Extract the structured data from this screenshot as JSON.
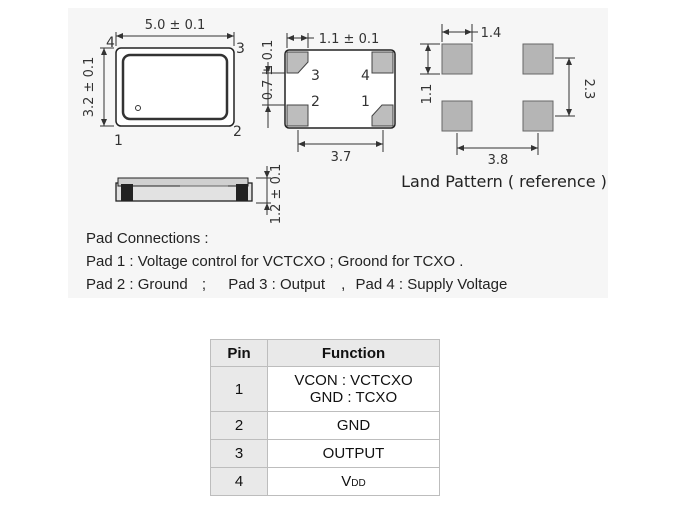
{
  "drawing": {
    "package_dims": {
      "length": "5.0 ± 0.1",
      "width": "3.2 ± 0.1",
      "height": "1.2 ± 0.1"
    },
    "package_pins": [
      "1",
      "2",
      "3",
      "4"
    ],
    "pad_view": {
      "pad_size": "1.1 ± 0.1",
      "pad_gap": "0.7 ± 0.1",
      "pad_pitch": "3.7",
      "pad_labels": [
        "1",
        "2",
        "3",
        "4"
      ]
    },
    "land_pattern": {
      "pad_width": "1.4",
      "pad_height": "1.1",
      "vertical_span": "2.3",
      "horizontal_span": "3.8",
      "caption": "Land Pattern ( reference )"
    }
  },
  "notes": {
    "title": "Pad Connections :",
    "line1": "Pad 1 : Voltage control for VCTCXO ; Groond for TCXO .",
    "line2_a": "Pad 2 : Ground",
    "line2_b": ";",
    "line2_c": "Pad 3 : Output",
    "line2_d": ",",
    "line2_e": "Pad 4 : Supply Voltage"
  },
  "pin_table": {
    "headers": [
      "Pin",
      "Function"
    ],
    "rows": [
      {
        "pin": "1",
        "function_line1": "VCON : VCTCXO",
        "function_line2": "GND : TCXO"
      },
      {
        "pin": "2",
        "function": "GND"
      },
      {
        "pin": "3",
        "function": "OUTPUT"
      },
      {
        "pin": "4",
        "function_main": "V",
        "function_sub": "DD"
      }
    ]
  }
}
